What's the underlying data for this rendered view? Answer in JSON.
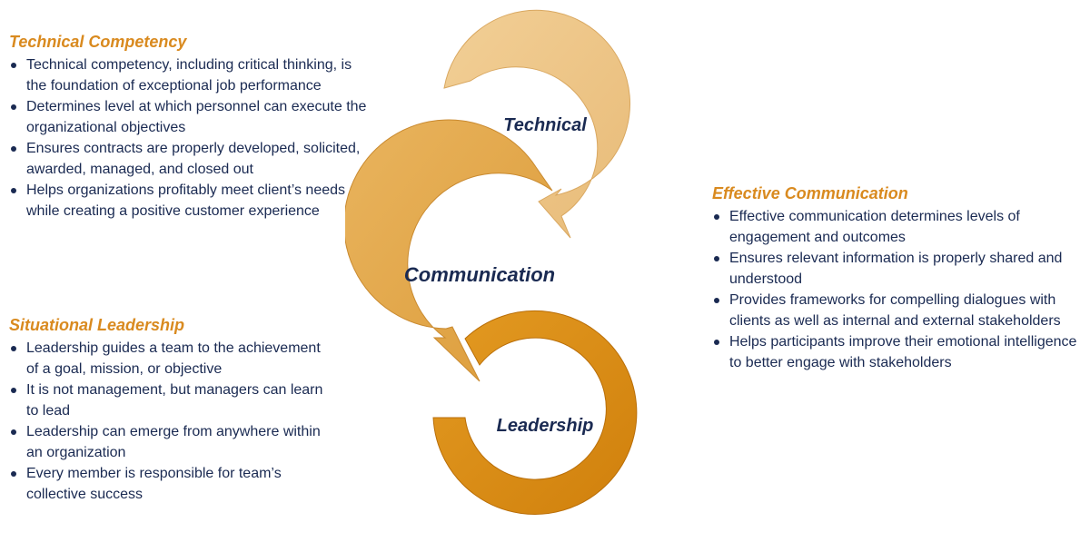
{
  "technical_panel": {
    "title": "Technical Competency",
    "bullets": [
      "Technical competency, including critical thinking, is the foundation of exceptional job performance",
      "Determines level at which personnel can execute the organizational objectives",
      "Ensures contracts are properly developed, solicited, awarded, managed, and closed out",
      "Helps organizations profitably meet client’s needs while creating a positive customer experience"
    ]
  },
  "leadership_panel": {
    "title": "Situational Leadership",
    "bullets": [
      "Leadership guides a team to the achievement of a goal, mission, or objective",
      "It is not management, but managers can learn to lead",
      "Leadership can emerge from anywhere within an organization",
      "Every member is responsible for team’s collective success"
    ]
  },
  "communication_panel": {
    "title": "Effective Communication",
    "bullets": [
      "Effective communication determines levels of engagement and outcomes",
      "Ensures relevant information is properly shared and understood",
      "Provides frameworks for compelling dialogues with clients as well as internal and external stakeholders",
      "Helps participants improve their emotional intelligence to better engage with stakeholders"
    ]
  },
  "diagram": {
    "rings": [
      {
        "label": "Technical",
        "color": "#edc487"
      },
      {
        "label": "Communication",
        "color": "#e4a74a"
      },
      {
        "label": "Leadership",
        "color": "#d98a14"
      }
    ],
    "title_color": "#d98a1f",
    "text_color": "#1a2a52"
  }
}
